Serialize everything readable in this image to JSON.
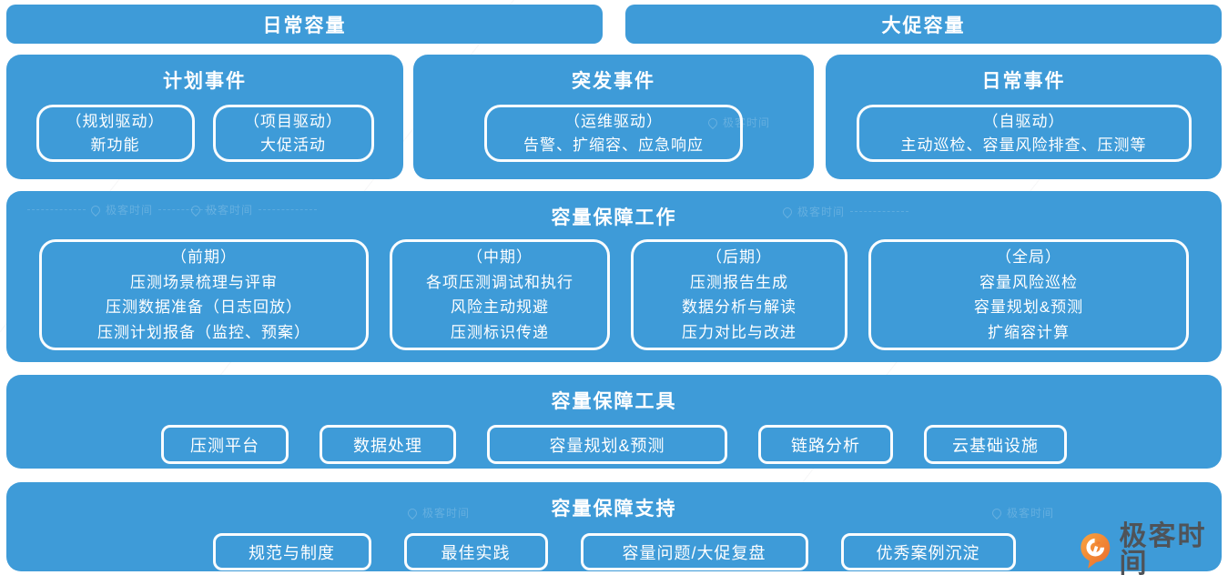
{
  "colors": {
    "panel_blue": "#3E9BD8",
    "text_white": "#FFFFFF",
    "logo_orange_light": "#F9A43F",
    "logo_orange_dark": "#EA6A2B",
    "logo_text_gray": "#4F5358"
  },
  "top_bars": [
    {
      "label": "日常容量"
    },
    {
      "label": "大促容量"
    }
  ],
  "event_boxes": [
    {
      "title": "计划事件",
      "items": [
        {
          "lines": [
            "（规划驱动）",
            "新功能"
          ]
        },
        {
          "lines": [
            "（项目驱动）",
            "大促活动"
          ]
        }
      ]
    },
    {
      "title": "突发事件",
      "items": [
        {
          "lines": [
            "（运维驱动）",
            "告警、扩缩容、应急响应"
          ]
        }
      ]
    },
    {
      "title": "日常事件",
      "items": [
        {
          "lines": [
            "（自驱动）",
            "主动巡检、容量风险排查、压测等"
          ]
        }
      ]
    }
  ],
  "work_section": {
    "title": "容量保障工作",
    "items": [
      {
        "lines": [
          "（前期）",
          "压测场景梳理与评审",
          "压测数据准备（日志回放）",
          "压测计划报备（监控、预案）"
        ]
      },
      {
        "lines": [
          "（中期）",
          "各项压测调试和执行",
          "风险主动规避",
          "压测标识传递"
        ]
      },
      {
        "lines": [
          "（后期）",
          "压测报告生成",
          "数据分析与解读",
          "压力对比与改进"
        ]
      },
      {
        "lines": [
          "（全局）",
          "容量风险巡检",
          "容量规划&预测",
          "扩缩容计算"
        ]
      }
    ]
  },
  "tools_section": {
    "title": "容量保障工具",
    "items": [
      "压测平台",
      "数据处理",
      "容量规划&预测",
      "链路分析",
      "云基础设施"
    ]
  },
  "support_section": {
    "title": "容量保障支持",
    "items": [
      "规范与制度",
      "最佳实践",
      "容量问题/大促复盘",
      "优秀案例沉淀"
    ]
  },
  "logo": {
    "text": "极客时间"
  },
  "watermark": {
    "text": "极客时间"
  }
}
